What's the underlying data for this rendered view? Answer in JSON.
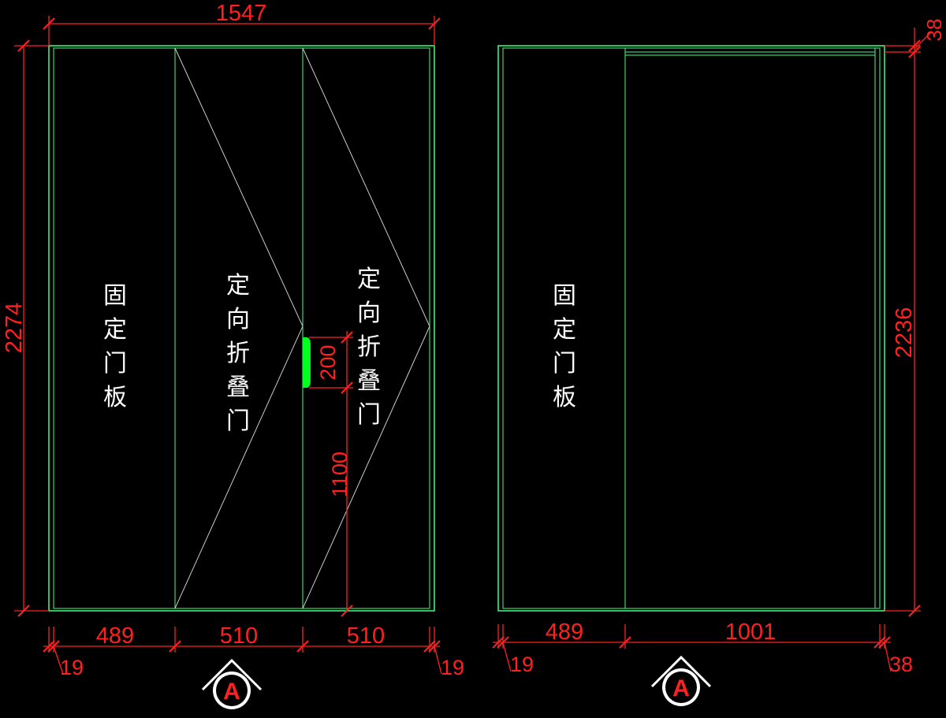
{
  "colors": {
    "background": "#000000",
    "frame": "#40ff80",
    "dimension": "#ff2020",
    "label": "#ffffff",
    "handle": "#00ff20"
  },
  "left_elevation": {
    "overall_width": "1547",
    "overall_height": "2274",
    "panel_widths": [
      "489",
      "510",
      "510"
    ],
    "side_left": "19",
    "side_right": "19",
    "handle_length": "200",
    "handle_height": "1100",
    "fixed_panel_label": [
      "固",
      "定",
      "门",
      "板"
    ],
    "folding_panel_label_1": [
      "定",
      "向",
      "折",
      "叠",
      "门"
    ],
    "folding_panel_label_2": [
      "定",
      "向",
      "折",
      "叠",
      "门"
    ],
    "section_mark": "A"
  },
  "right_elevation": {
    "top_offset": "38",
    "height": "2236",
    "panel_widths": [
      "489",
      "1001"
    ],
    "side_left": "19",
    "side_right": "38",
    "fixed_panel_label": [
      "固",
      "定",
      "门",
      "板"
    ],
    "section_mark": "A"
  }
}
